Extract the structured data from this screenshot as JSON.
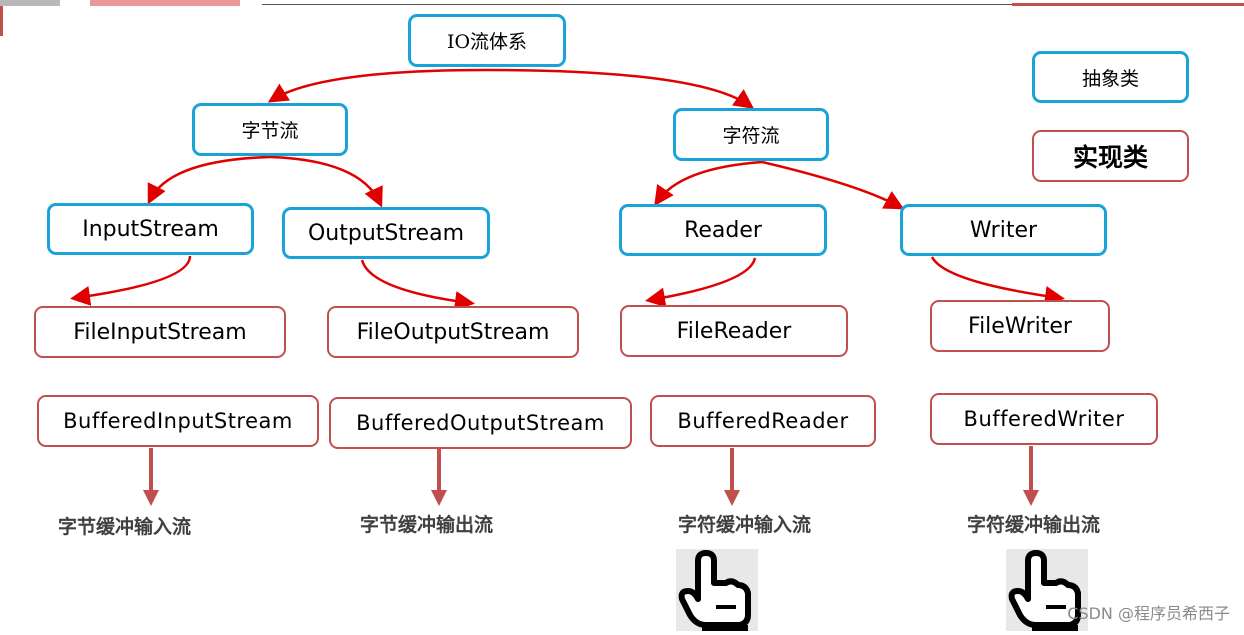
{
  "nodes": {
    "root": "IO流体系",
    "byte_stream": "字节流",
    "char_stream": "字符流",
    "input_stream": "InputStream",
    "output_stream": "OutputStream",
    "reader": "Reader",
    "writer": "Writer",
    "file_input_stream": "FileInputStream",
    "file_output_stream": "FileOutputStream",
    "file_reader": "FileReader",
    "file_writer": "FileWriter",
    "buffered_input_stream": "BufferedInputStream",
    "buffered_output_stream": "BufferedOutputStream",
    "buffered_reader": "BufferedReader",
    "buffered_writer": "BufferedWriter"
  },
  "legend": {
    "abstract": "抽象类",
    "concrete": "实现类"
  },
  "captions": {
    "byte_buffered_input": "字节缓冲输入流",
    "byte_buffered_output": "字节缓冲输出流",
    "char_buffered_input": "字符缓冲输入流",
    "char_buffered_output": "字符缓冲输出流"
  },
  "icons": [
    "pointing-hand-icon",
    "pointing-hand-icon"
  ],
  "watermark": "CSDN @程序员希西子",
  "colors": {
    "abstract_border": "#1aa3d9",
    "concrete_border": "#c0504d",
    "connector": "#e00000",
    "arrow_down": "#c0504d"
  }
}
